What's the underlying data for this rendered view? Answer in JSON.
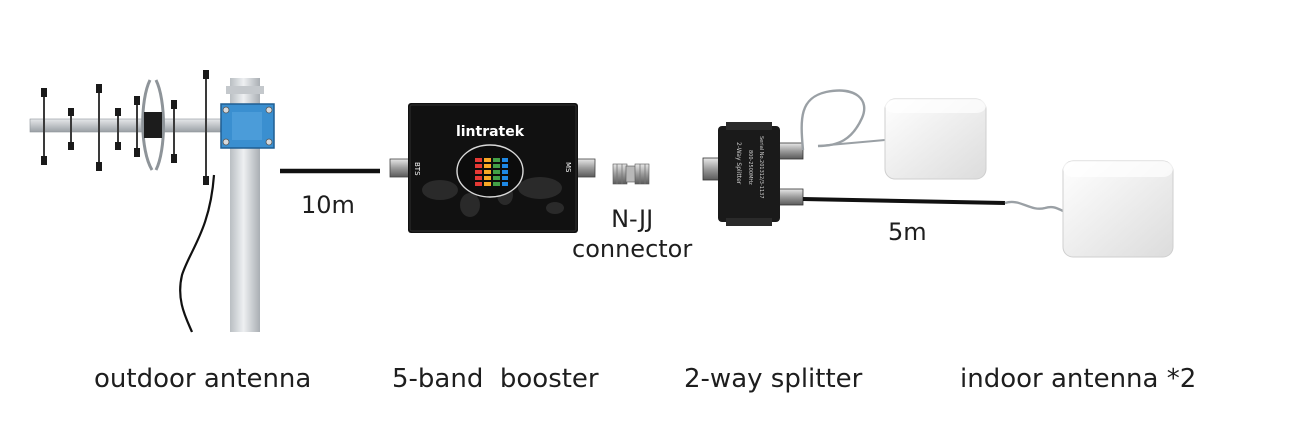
{
  "captions": {
    "outdoor": "outdoor antenna",
    "booster": "5-band  booster",
    "splitter": "2-way splitter",
    "indoor": "indoor antenna *2"
  },
  "cables": {
    "booster_cable": "10m",
    "indoor_cable": "5m"
  },
  "connector": {
    "line1": "N-JJ",
    "line2": "connector"
  },
  "device_text": {
    "brand": "lintratek",
    "port_left": "BTS",
    "port_right": "MS",
    "splitter_text1": "2-Way Splitter",
    "splitter_text2": "800-2500MHz",
    "splitter_text3": "Serial No.201312/3-1137"
  },
  "colors": {
    "pole": "#cfd3d6",
    "bracket": "#3a8fd0",
    "booster_body": "#111111",
    "cable": "#111111",
    "antenna_panel": "#f2f2f2",
    "led_colors": [
      "#e53935",
      "#f9a825",
      "#43a047",
      "#1e88e5",
      "#ffffff"
    ]
  }
}
